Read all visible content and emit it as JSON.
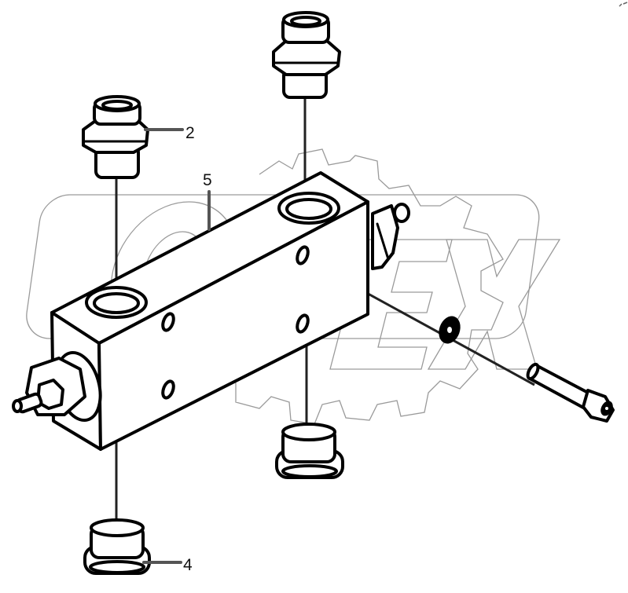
{
  "diagram": {
    "type": "exploded-parts-view",
    "subject": "hydraulic valve block assembly",
    "watermark": {
      "text": "OPEX",
      "color": "#9a9a9a"
    },
    "callouts": [
      {
        "number": "2",
        "part": "fitting-adapter-upper-left"
      },
      {
        "number": "5",
        "part": "valve-block-body"
      },
      {
        "number": "4",
        "part": "plug-cap-lower-left"
      }
    ],
    "parts_unlabeled": [
      "fitting-adapter-upper-right",
      "plug-cap-lower-right",
      "side-valve-cartridge-left",
      "side-valve-cartridge-right",
      "washer",
      "socket-head-bolt"
    ],
    "colors": {
      "line": "#000000",
      "leader": "#555555",
      "background": "#ffffff"
    }
  }
}
